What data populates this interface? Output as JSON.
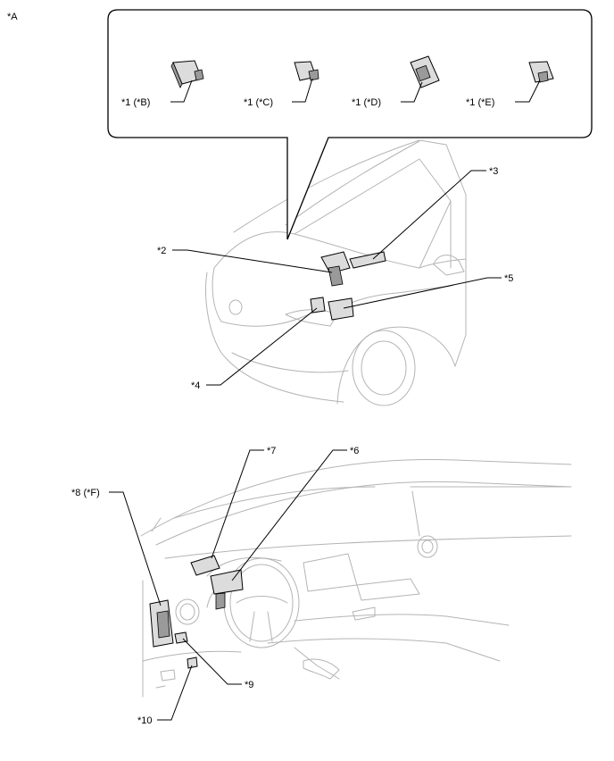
{
  "figure_label": "*A",
  "callouts": {
    "c1b": "*1 (*B)",
    "c1c": "*1 (*C)",
    "c1d": "*1 (*D)",
    "c1e": "*1 (*E)",
    "c2": "*2",
    "c3": "*3",
    "c4": "*4",
    "c5": "*5",
    "c6": "*6",
    "c7": "*7",
    "c8": "*8 (*F)",
    "c9": "*9",
    "c10": "*10"
  }
}
